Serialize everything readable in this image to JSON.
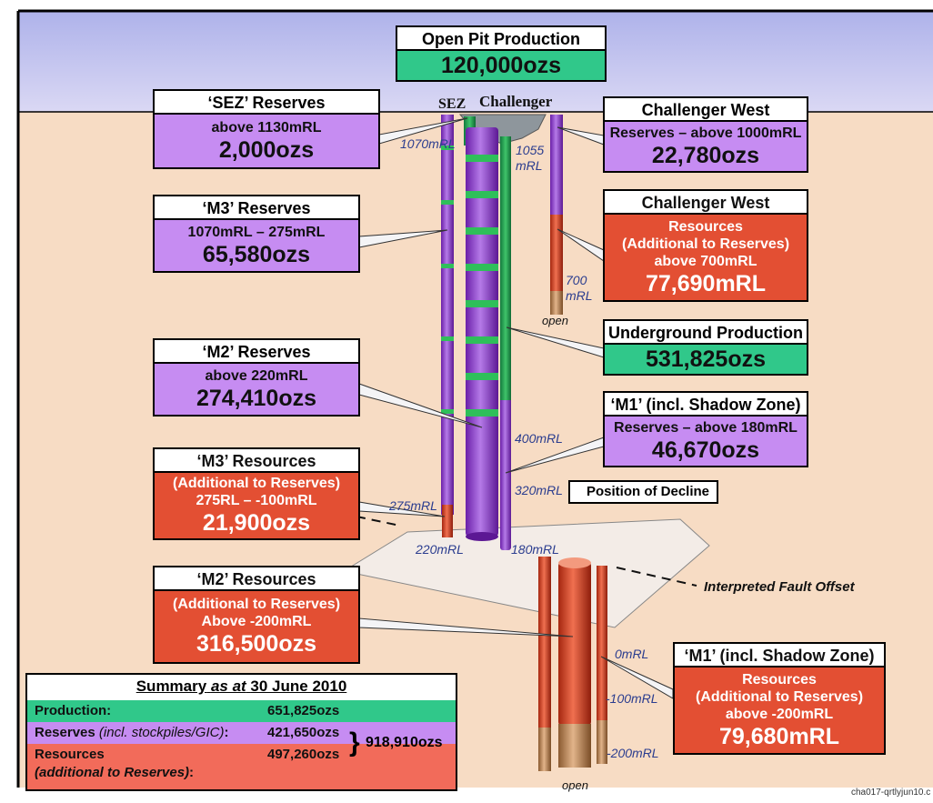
{
  "boxes": {
    "open_pit": {
      "title": "Open Pit Production",
      "value": "120,000ozs"
    },
    "sez_reserves": {
      "title": "‘SEZ’ Reserves",
      "line": "above 1130mRL",
      "value": "2,000ozs"
    },
    "cw_reserves": {
      "title": "Challenger West",
      "line": "Reserves – above 1000mRL",
      "value": "22,780ozs"
    },
    "m3_reserves": {
      "title": "‘M3’ Reserves",
      "line": "1070mRL – 275mRL",
      "value": "65,580ozs"
    },
    "cw_resources": {
      "title": "Challenger West",
      "line1": "Resources",
      "line2": "(Additional to Reserves)",
      "line3": "above 700mRL",
      "value": "77,690mRL"
    },
    "underground": {
      "title": "Underground Production",
      "value": "531,825ozs"
    },
    "m2_reserves": {
      "title": "‘M2’ Reserves",
      "line": "above 220mRL",
      "value": "274,410ozs"
    },
    "m1_reserves": {
      "title": "‘M1’ (incl. Shadow Zone)",
      "line": "Reserves – above 180mRL",
      "value": "46,670ozs"
    },
    "m3_resources": {
      "title": "‘M3’ Resources",
      "line1": "(Additional to Reserves)",
      "line2": "275RL – -100mRL",
      "value": "21,900ozs"
    },
    "m2_resources": {
      "title": "‘M2’ Resources",
      "line1": "(Additional to Reserves)",
      "line2": "Above -200mRL",
      "value": "316,500ozs"
    },
    "m1_resources": {
      "title": "‘M1’ (incl. Shadow Zone)",
      "line1": "Resources",
      "line2": "(Additional to Reserves)",
      "line3": "above -200mRL",
      "value": "79,680mRL"
    }
  },
  "site_labels": {
    "sez": "SEZ",
    "challenger": "Challenger"
  },
  "level_labels": {
    "l1070": "1070mRL",
    "l1055a": "1055",
    "l1055b": "mRL",
    "l700a": "700",
    "l700b": "mRL",
    "l400": "400mRL",
    "l320": "320mRL",
    "l275": "275mRL",
    "l220": "220mRL",
    "l180": "180mRL",
    "l0": "0mRL",
    "lm100": "-100mRL",
    "lm200": "-200mRL"
  },
  "open_labels": {
    "open1": "open",
    "open2": "open"
  },
  "decline_label": "Position of Decline",
  "fault_label": "Interpreted Fault Offset",
  "summary": {
    "heading_plain": "Summary",
    "heading_italic": "as at",
    "heading_date": "30 June 2010",
    "production_label": "Production:",
    "production_value": "651,825ozs",
    "reserves_label": "Reserves",
    "reserves_note": "(incl. stockpiles/GIC)",
    "reserves_value": "421,650ozs",
    "resources_label": "Resources",
    "resources_note": "(additional to Reserves)",
    "resources_value": "497,260ozs",
    "total_value": "918,910ozs"
  },
  "credit": "cha017-qrtlyjun10.c",
  "colors": {
    "sky": "#c9c8f0",
    "ground": "#f7dcc4",
    "reserves": "#c68cf2",
    "resources": "#e34f33",
    "production": "#30c88a",
    "level_text": "#2b3d8f"
  }
}
